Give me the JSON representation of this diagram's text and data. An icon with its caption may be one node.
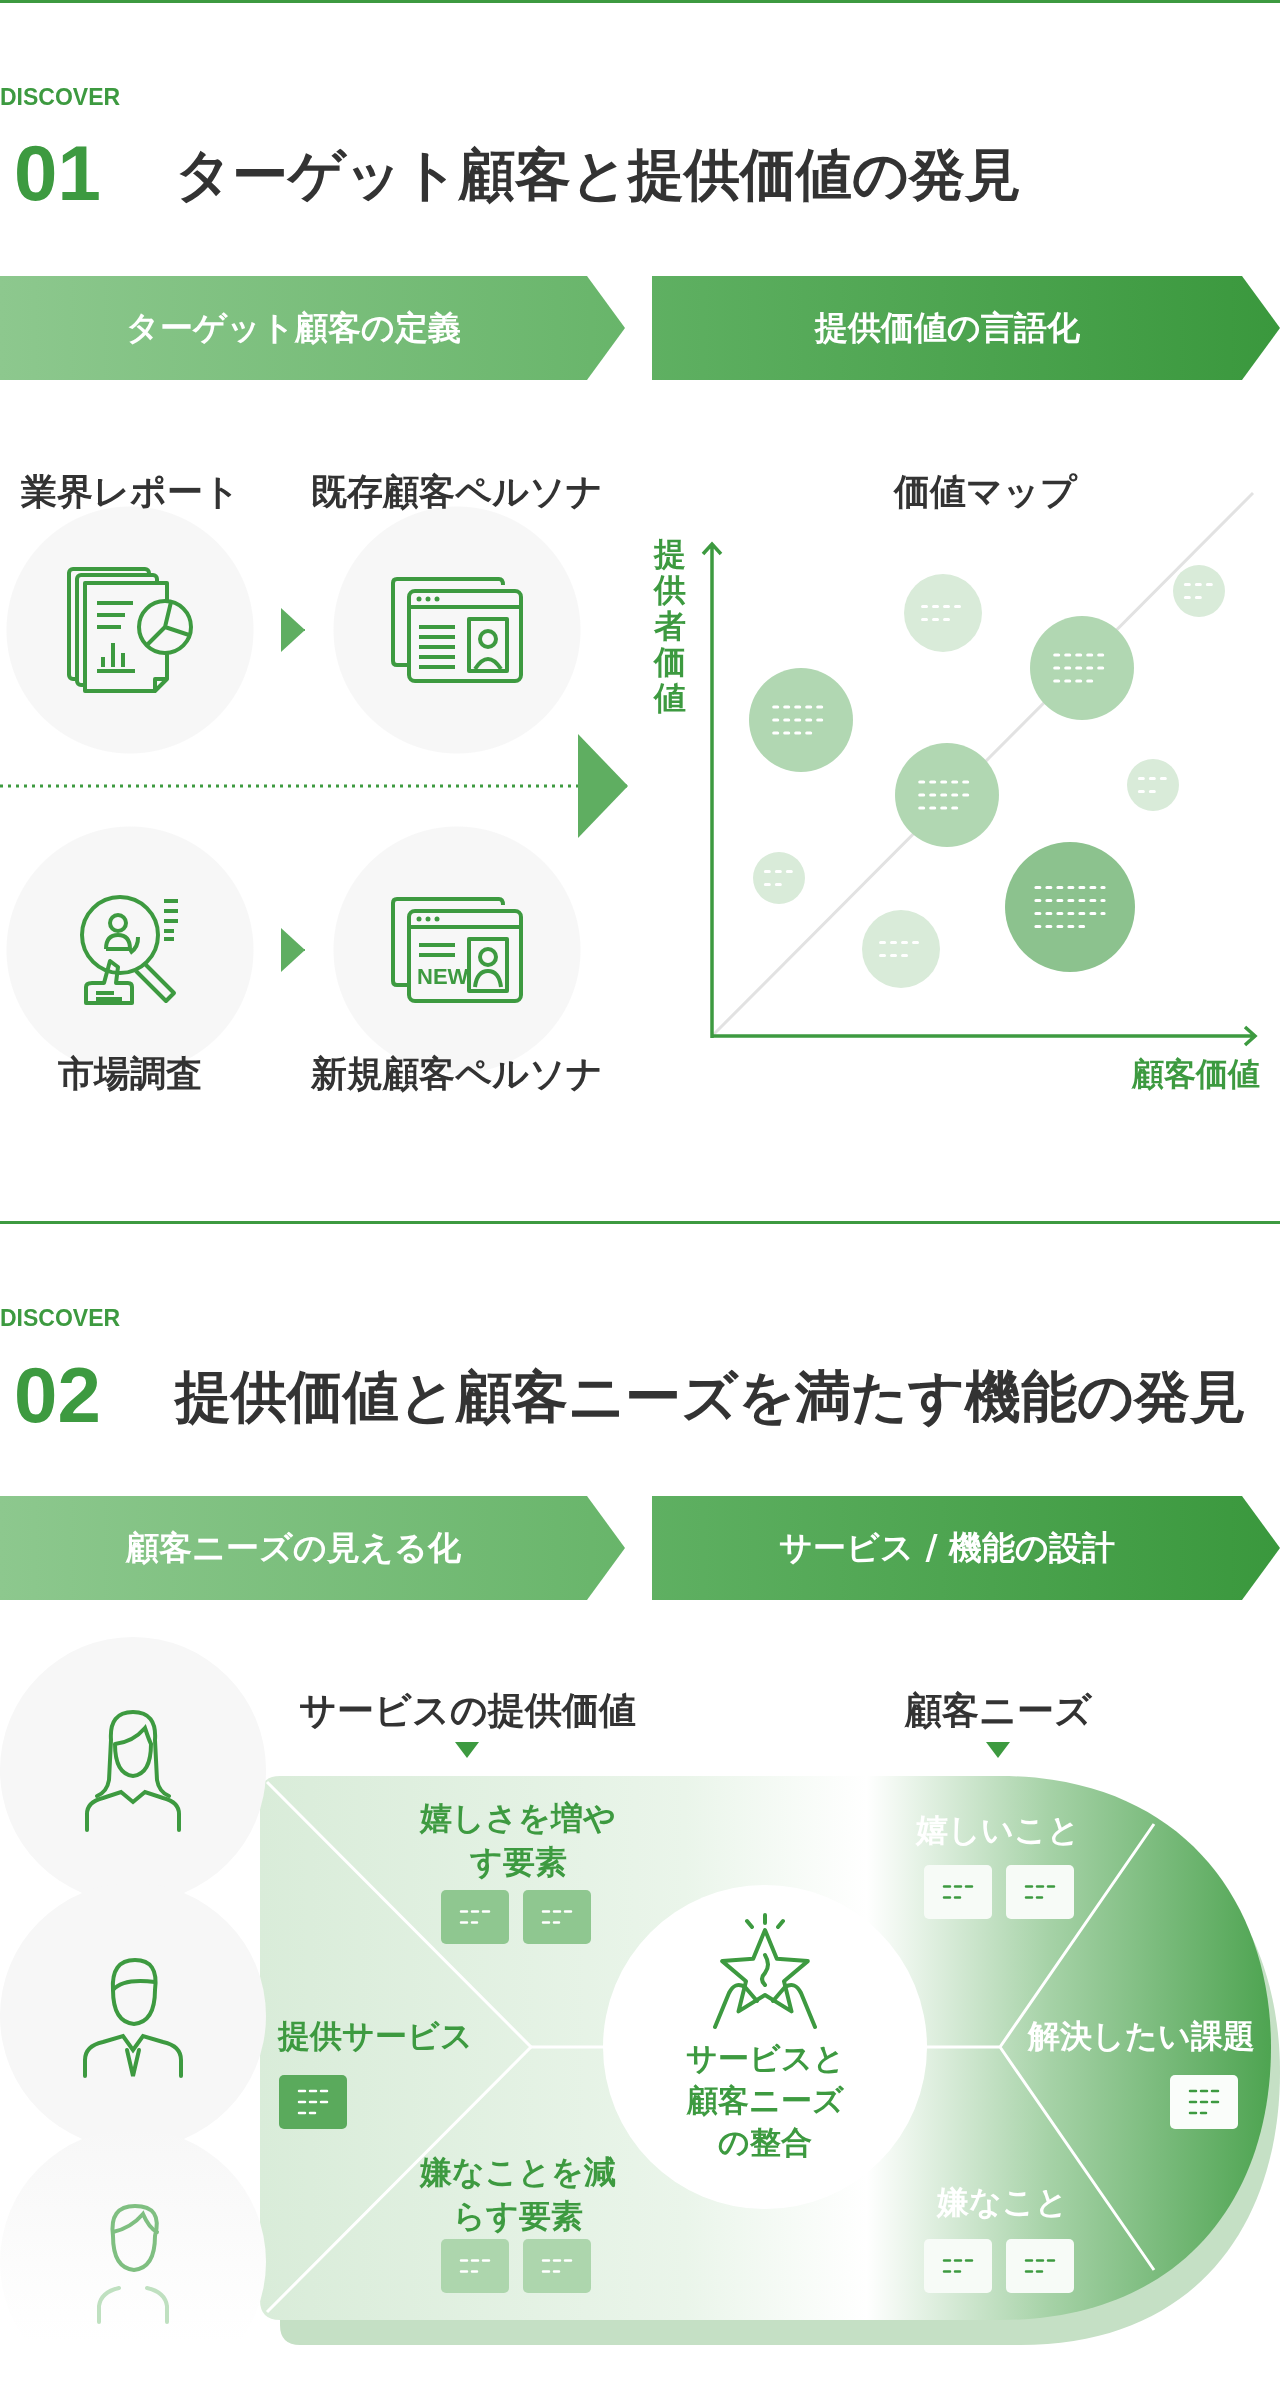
{
  "diagram": {
    "nodes": [
      {
        "text": [
          "ターゲット顧客の定義"
        ]
      },
      {
        "text": [
          "提供価値の言語化"
        ]
      },
      {
        "text": [
          "業界レポート"
        ]
      },
      {
        "text": [
          "既存顧客ペルソナ"
        ]
      },
      {
        "text": [
          "市場調査"
        ]
      },
      {
        "text": [
          "新規顧客ペルソナ"
        ]
      },
      {
        "text": [
          "価値マップ"
        ]
      },
      {
        "text": [
          "顧客ニーズの見える化"
        ]
      },
      {
        "text": [
          "サービス / 機能の設計"
        ]
      },
      {
        "text": [
          "嬉しさを増やす要素"
        ]
      },
      {
        "text": [
          "提供サービス"
        ]
      },
      {
        "text": [
          "嫌なことを減らす要素"
        ]
      },
      {
        "text": [
          "サービスと顧客ニーズの整合"
        ]
      },
      {
        "text": [
          "嬉しいこと"
        ]
      },
      {
        "text": [
          "解決したい課題"
        ]
      },
      {
        "text": [
          "嫌なこと"
        ]
      }
    ],
    "edges": [
      {
        "from": 2,
        "to": 3,
        "arrow": "to"
      },
      {
        "from": 4,
        "to": 5,
        "arrow": "to"
      },
      {
        "from": null,
        "to": 6,
        "arrow": "to",
        "style": "dashed"
      }
    ],
    "labels": [
      "DISCOVER",
      "01",
      "ターゲット顧客と提供価値の発見",
      "NEW",
      "提供者価値",
      "顧客価値",
      "DISCOVER",
      "02",
      "提供価値と顧客ニーズを満たす機能の発見",
      "サービスの提供価値",
      "顧客ニーズ"
    ]
  }
}
